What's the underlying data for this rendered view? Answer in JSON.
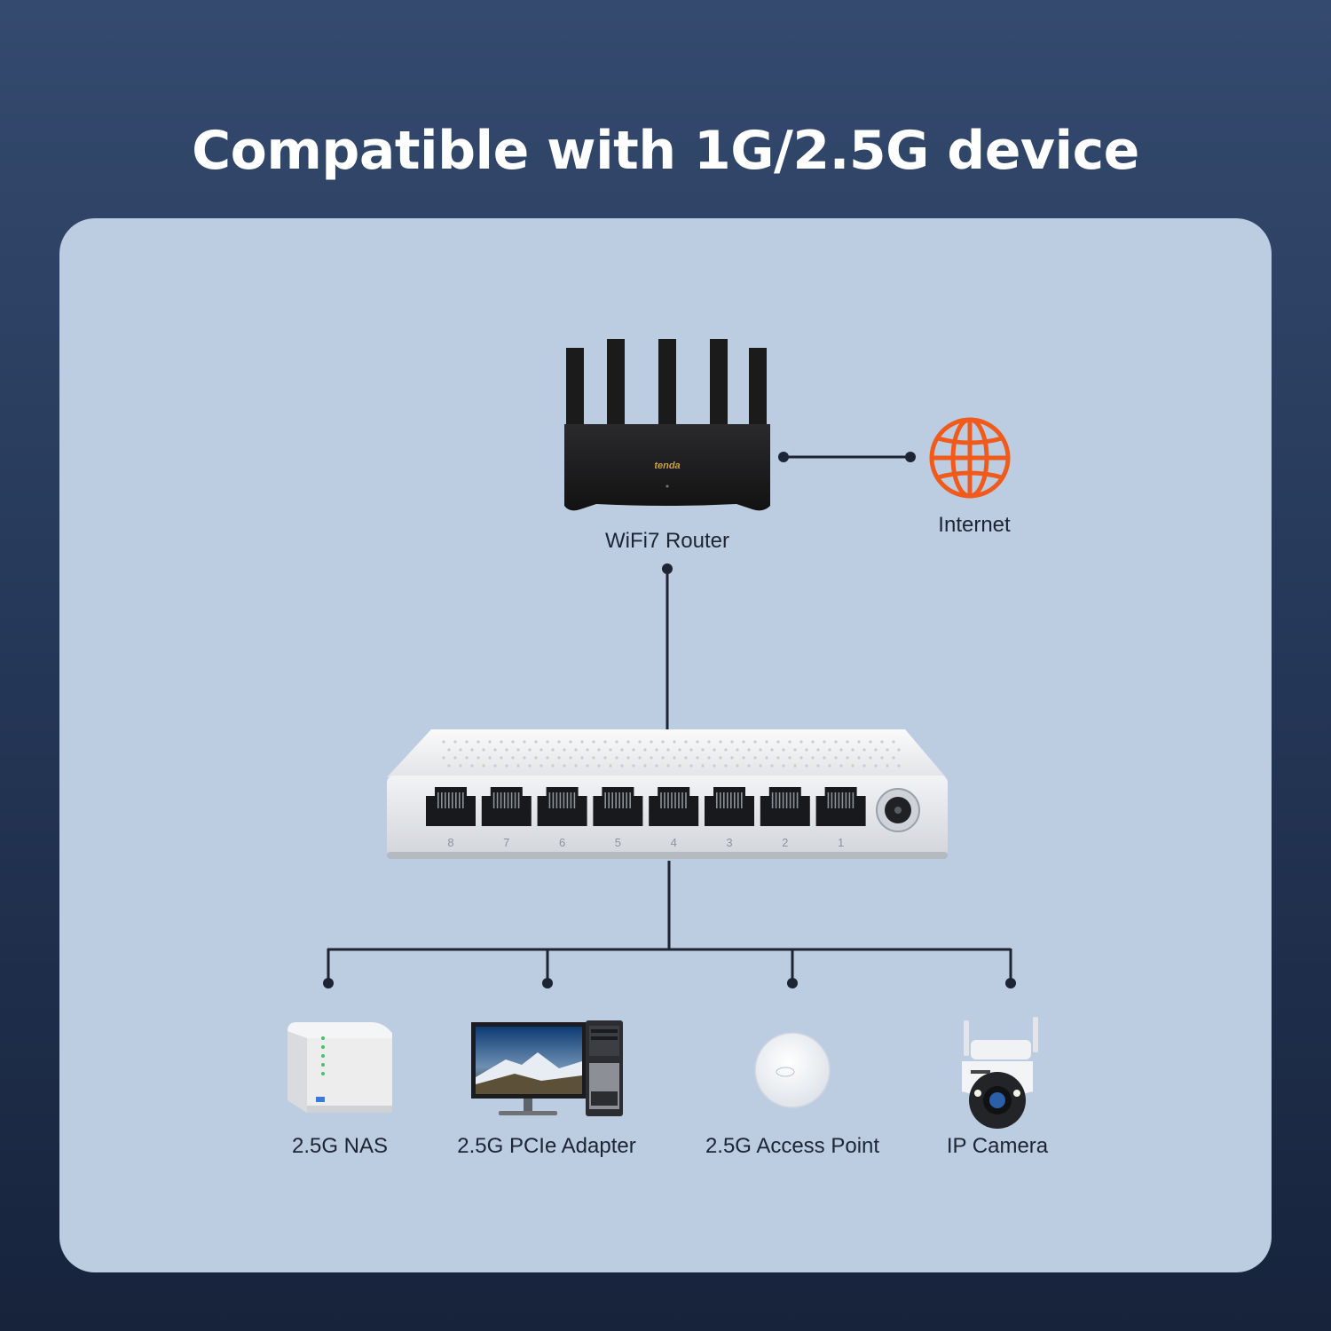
{
  "header": {
    "title": "Compatible with 1G/2.5G device"
  },
  "router": {
    "label": "WiFi7 Router",
    "brand": "tenda"
  },
  "internet": {
    "label": "Internet",
    "icon": "globe-icon"
  },
  "switch": {
    "port_numbers": [
      "8",
      "7",
      "6",
      "5",
      "4",
      "3",
      "2",
      "1"
    ]
  },
  "devices": [
    {
      "label": "2.5G NAS",
      "icon": "nas-icon"
    },
    {
      "label": "2.5G PCIe Adapter",
      "icon": "desktop-computer-icon"
    },
    {
      "label": "2.5G Access Point",
      "icon": "access-point-icon"
    },
    {
      "label": "IP Camera",
      "icon": "ip-camera-icon"
    }
  ],
  "colors": {
    "background_top": "#344a6e",
    "background_bottom": "#17233b",
    "panel": "#bccde2",
    "line": "#1d2433",
    "globe": "#f05a1a"
  }
}
